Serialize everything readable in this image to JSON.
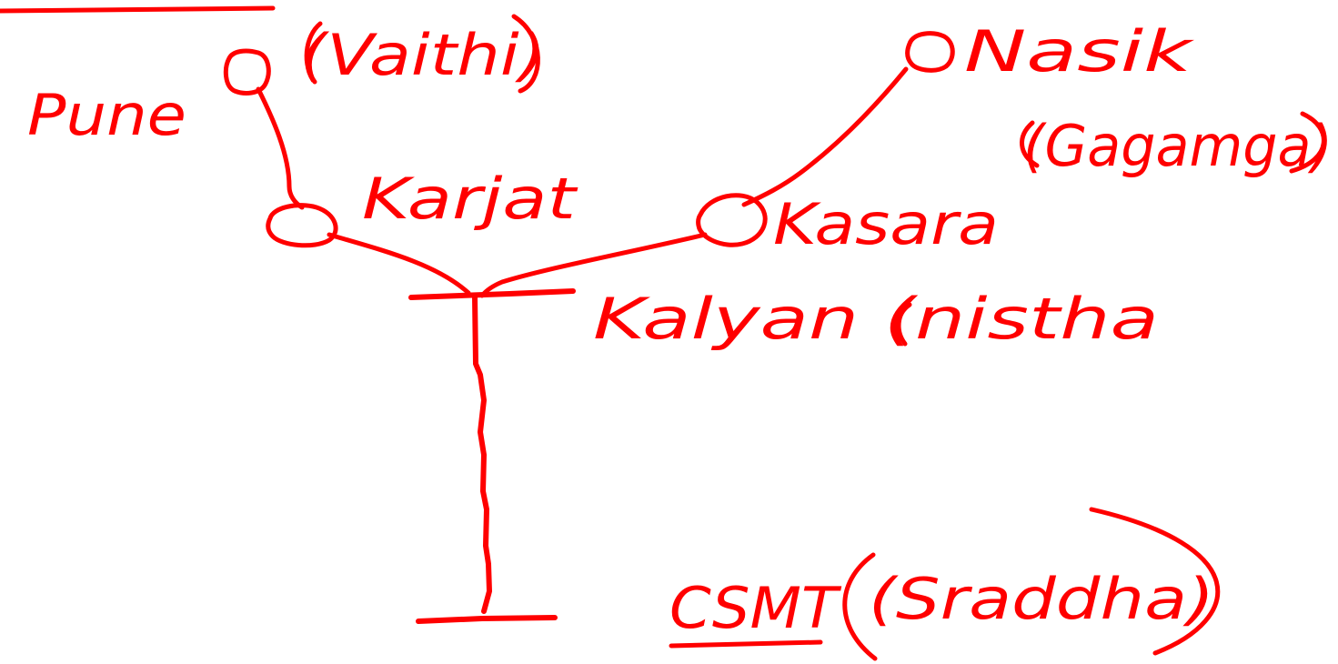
{
  "colors": {
    "ink": "#ff0000",
    "background": "#ffffff"
  },
  "stations": {
    "pune": {
      "name": "Pune",
      "note": "(Vaithi)"
    },
    "nasik": {
      "name": "Nasik",
      "note": "(Gagamga)"
    },
    "karjat": {
      "name": "Karjat"
    },
    "kasara": {
      "name": "Kasara"
    },
    "kalyan": {
      "name": "Kalyan (nistha"
    },
    "csmt": {
      "name": "CSMT",
      "note": "(Sraddha)"
    }
  }
}
